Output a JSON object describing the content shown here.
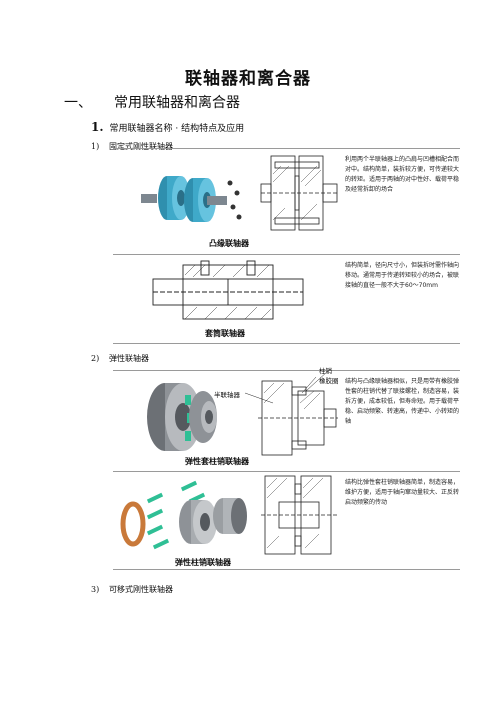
{
  "document": {
    "title": "联轴器和离合器",
    "section1": {
      "num": "一、",
      "label": "常用联轴器和离合器"
    },
    "subsection1": {
      "num": "1.",
      "label": "常用联轴器名称 · 结构特点及应用"
    },
    "items": [
      {
        "num": "1)",
        "label": "固定式刚性联轴器"
      },
      {
        "num": "2)",
        "label": "弹性联轴器"
      },
      {
        "num": "3)",
        "label": "可移式刚性联轴器"
      }
    ]
  },
  "table1": {
    "rows": [
      {
        "caption": "凸缘联轴器",
        "desc": "利用两个半联轴器上的凸肩与凹槽相配合而对中。结构简单，装拆较方便，可传递较大的转矩。适用于两轴的对中性好、载荷平稳及经常拆卸的场合"
      },
      {
        "caption": "套筒联轴器",
        "desc": "结构简单，径向尺寸小，但装拆时需作轴向移动。通常用于传递转矩较小的场合，被联接轴的直径一般不大于60～70mm"
      }
    ]
  },
  "table2": {
    "rows": [
      {
        "caption": "弹性套柱销联轴器",
        "label_half": "半联轴器",
        "label_pin": "柱销",
        "label_sleeve": "橡胶圈",
        "desc": "结构与凸缘联轴器相似，只是用带有橡胶弹性套的柱销代替了联接螺栓，制造容易，装拆方便，成本较低，但寿命短。用于载荷平稳、启动频繁、转速高，传递中、小转矩的轴"
      },
      {
        "caption": "弹性柱销联轴器",
        "desc": "结构比弹性套柱销联轴器简单，制造容易，维护方便，适用于轴向窜动量较大、正反转启动频繁的传动"
      }
    ]
  },
  "colors": {
    "coupling_blue": "#3fa9c9",
    "coupling_gray": "#8e9297",
    "rubber_green": "#2fbf95",
    "ring_orange": "#c9793a"
  }
}
